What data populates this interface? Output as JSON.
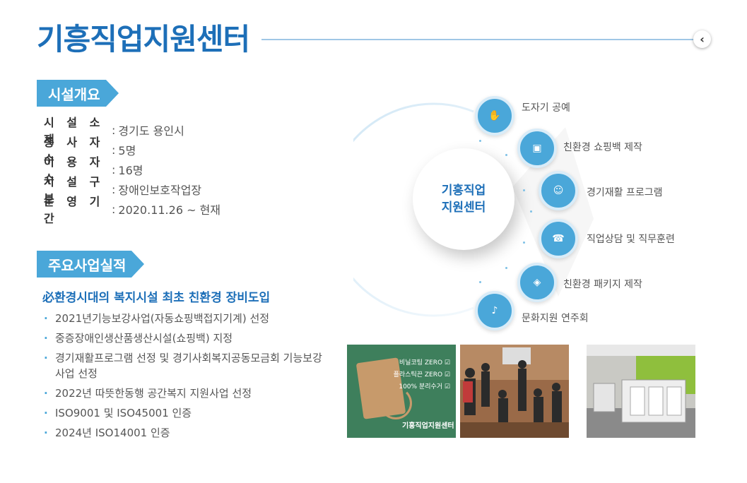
{
  "header": {
    "title": "기흥직업지원센터",
    "back_label": "‹"
  },
  "overview": {
    "heading": "시설개요",
    "rows": [
      {
        "label": "시 설 소 재",
        "value": "경기도 용인시"
      },
      {
        "label": "종 사 자 수",
        "value": "5명"
      },
      {
        "label": "이 용 자 수",
        "value": "16명"
      },
      {
        "label": "시 설 구 분",
        "value": "장애인보호작업장"
      },
      {
        "label": "운 영 기 간",
        "value": "2020.11.26 ~ 현재"
      }
    ]
  },
  "achievements": {
    "heading": "주요사업실적",
    "highlight": "必환경시대의 복지시설 최초 친환경 장비도입",
    "items": [
      "2021년기능보강사업(자동쇼핑백접지기계) 선정",
      "중증장애인생산품생산시설(쇼핑백) 지정",
      "경기재활프로그램 선정 및 경기사회복지공동모금회 기능보강사업 선정",
      "2022년 따뜻한동행 공간복지 지원사업 선정",
      "ISO9001 및 ISO45001 인증",
      "2024년 ISO14001 인증"
    ]
  },
  "diagram": {
    "hub_line1": "기흥직업",
    "hub_line2": "지원센터",
    "nodes": [
      {
        "label": "도자기 공예",
        "icon": "handshake-icon"
      },
      {
        "label": "친환경 쇼핑백 제작",
        "icon": "box-icon"
      },
      {
        "label": "경기재활 프로그램",
        "icon": "people-icon"
      },
      {
        "label": "직업상담 및 직무훈련",
        "icon": "counseling-icon"
      },
      {
        "label": "친환경 패키지 제작",
        "icon": "package-icon"
      },
      {
        "label": "문화지원 연주회",
        "icon": "music-icon"
      }
    ]
  },
  "photos": {
    "bag_lines": [
      "비닐코팅 ZERO ☑",
      "플라스틱끈 ZERO ☑",
      "100% 분리수거 ☑"
    ],
    "bag_logo": "기흥직업지원센터"
  },
  "colors": {
    "primary": "#1d6fb8",
    "accent": "#4aa7d9"
  }
}
